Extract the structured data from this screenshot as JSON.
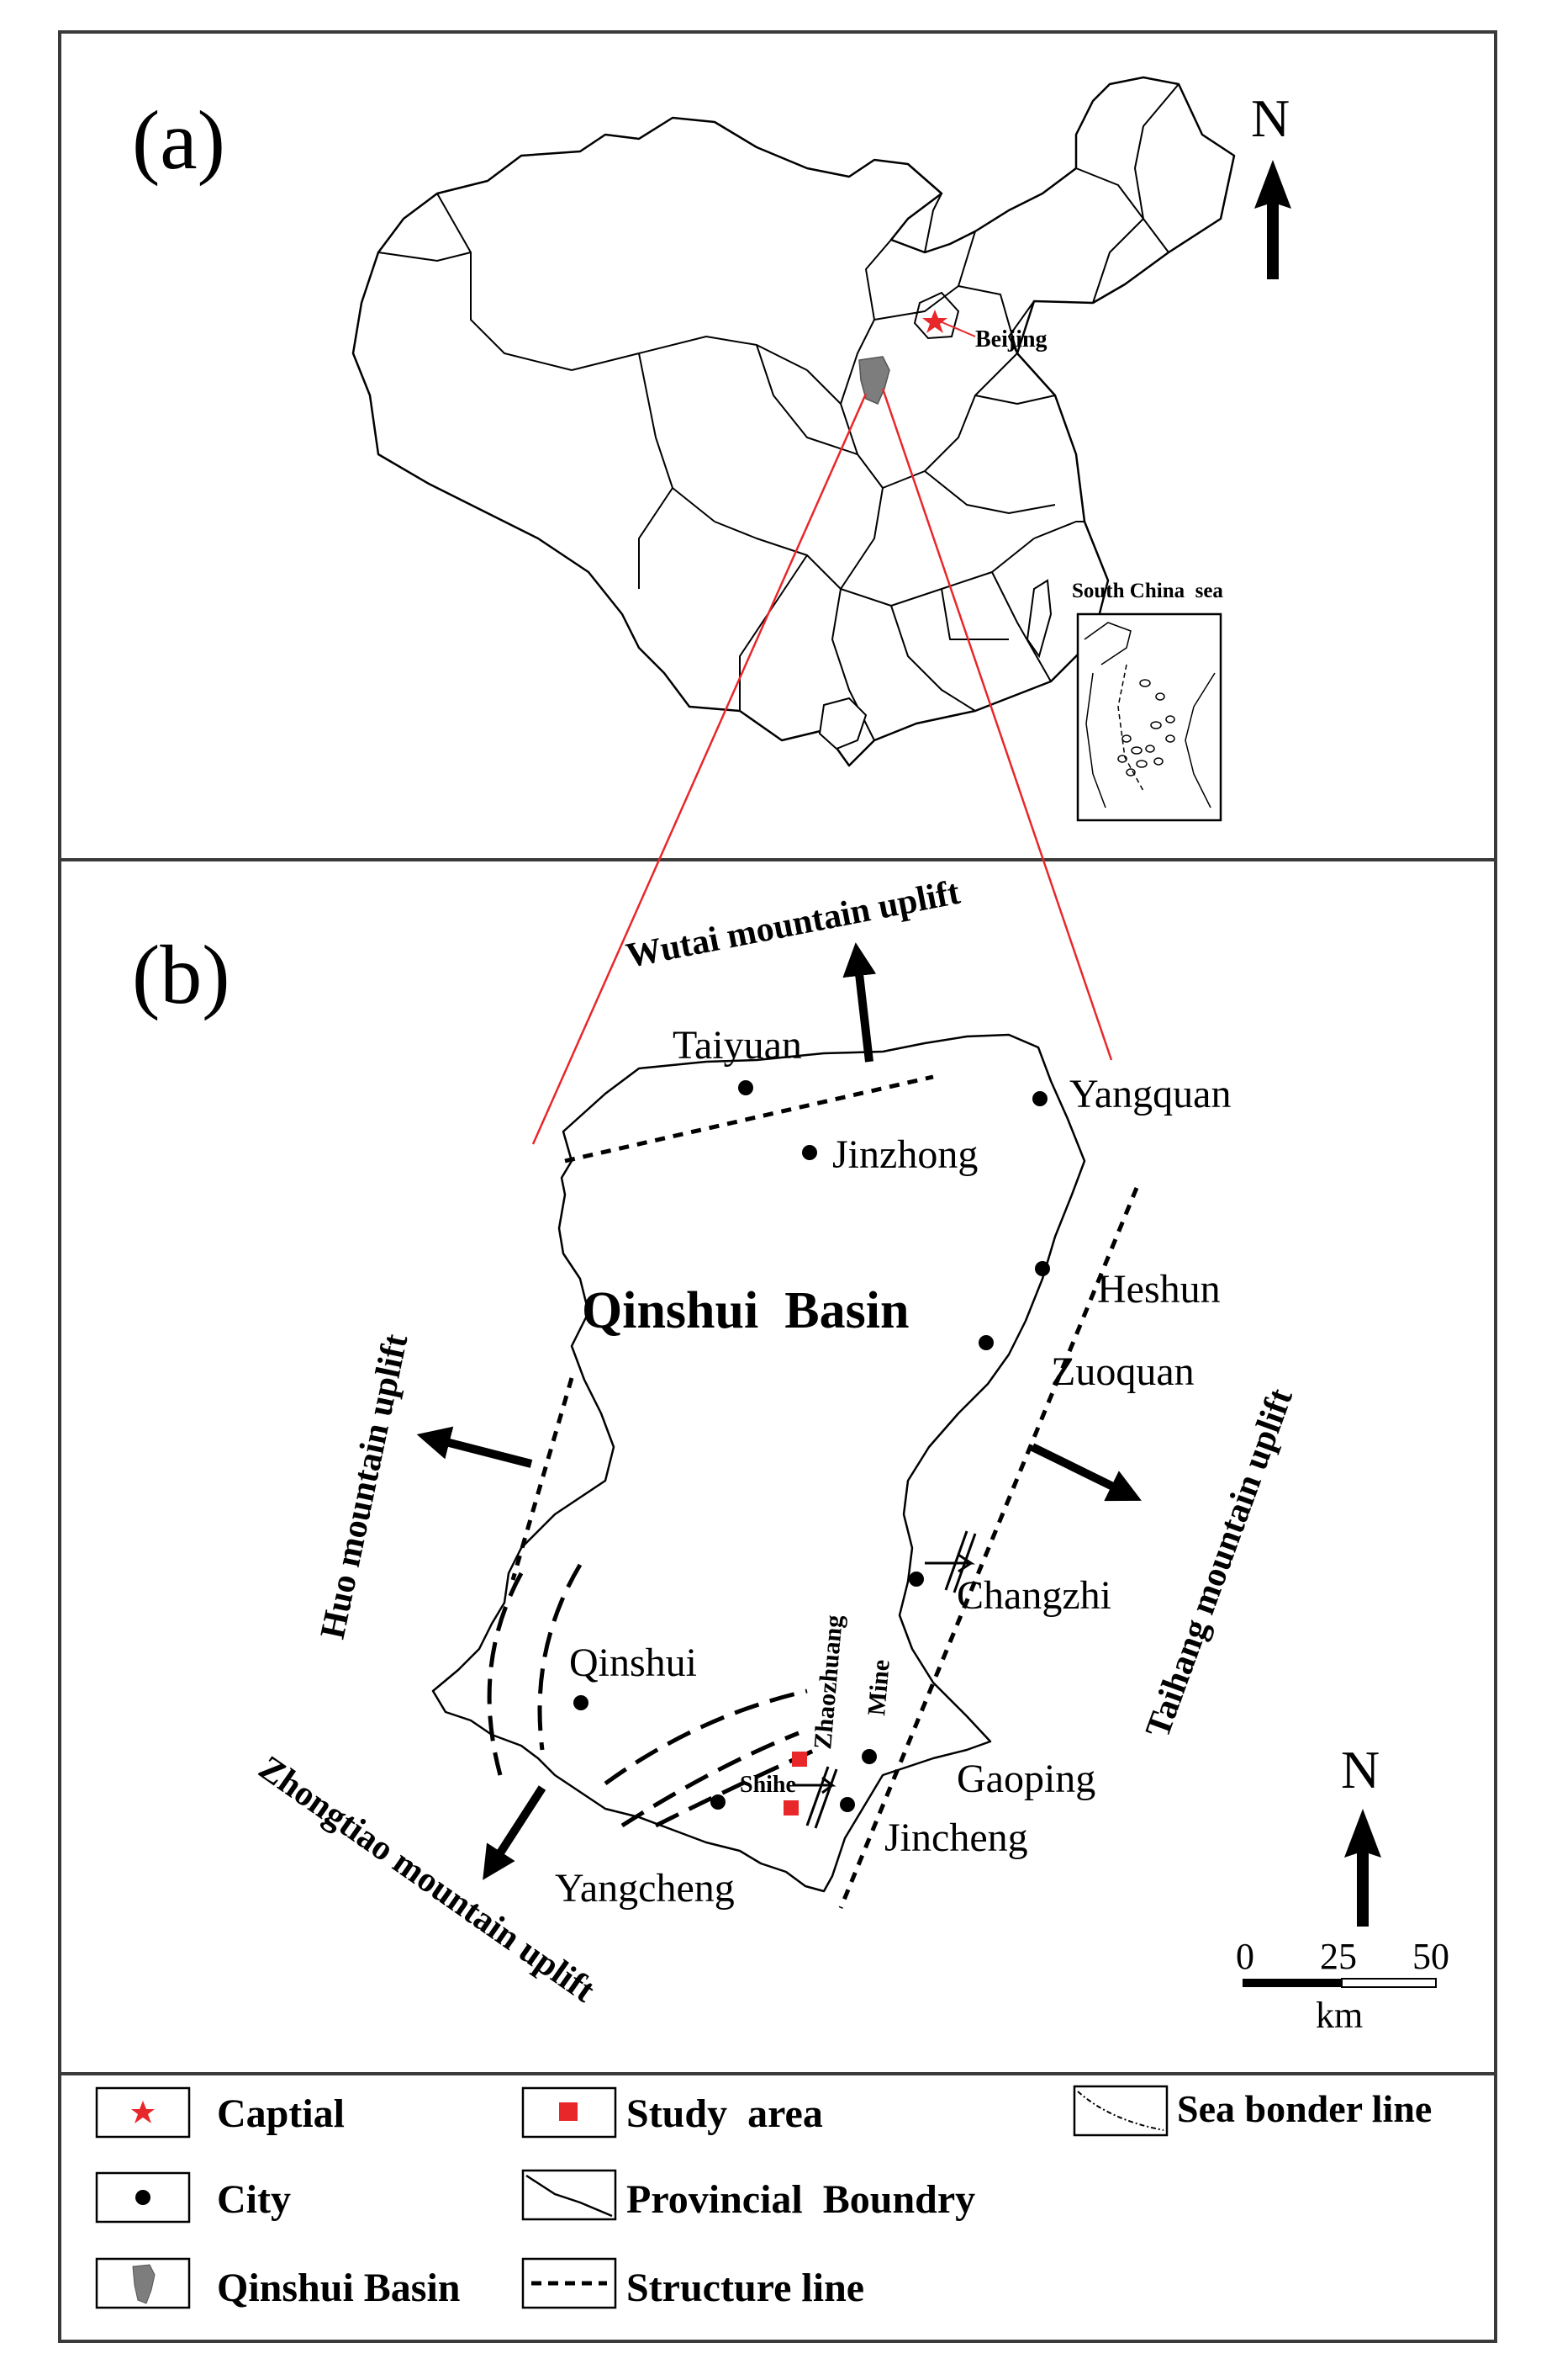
{
  "panel_a": {
    "label": "(a)",
    "north": "N",
    "capital_label": "Beijing",
    "inset_label": "South China  sea"
  },
  "panel_b": {
    "label": "(b)",
    "north": "N",
    "basin_title": "Qinshui  Basin",
    "uplifts": {
      "wutai": "Wutai mountain uplift",
      "huo": "Huo mountain uplift",
      "taihang": "Taihang mountain uplift",
      "zhongtiao": "Zhongtiao mountain uplift"
    },
    "cities": {
      "taiyuan": "Taiyuan",
      "yangquan": "Yangquan",
      "jinzhong": "Jinzhong",
      "heshun": "Heshun",
      "zuoquan": "Zuoquan",
      "changzhi": "Changzhi",
      "qinshui": "Qinshui",
      "gaoping": "Gaoping",
      "jincheng": "Jincheng",
      "yangcheng": "Yangcheng"
    },
    "mines": {
      "zhaozhuang": "Zhaozhuang",
      "mine_word": "Mine",
      "shihe": "Shihe"
    },
    "scale": {
      "t0": "0",
      "t25": "25",
      "t50": "50",
      "unit": "km"
    }
  },
  "legend": {
    "capital": "Captial",
    "study_area": "Study  area",
    "sea_border": "Sea bonder line",
    "city": "City",
    "provincial_boundary": "Provincial  Boundry",
    "basin": "Qinshui Basin",
    "structure_line": "Structure line"
  },
  "colors": {
    "line": "#000000",
    "accent_red": "#e8272a",
    "basin_fill": "#7d7d7d",
    "frame": "#3a3a3a"
  }
}
